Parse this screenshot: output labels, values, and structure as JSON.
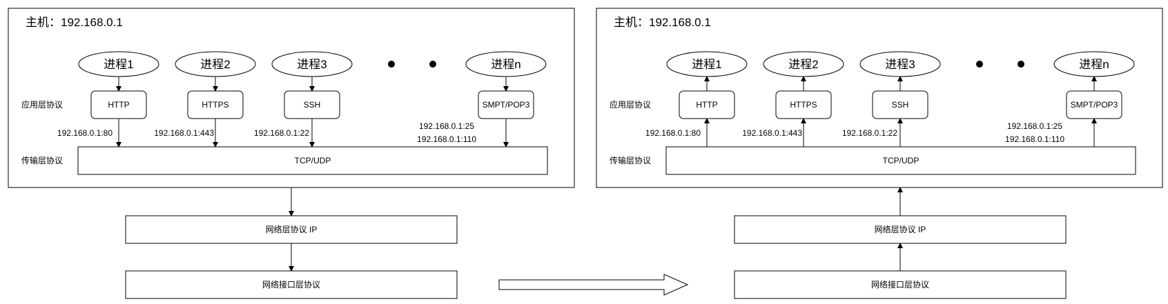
{
  "left": {
    "host_title": "主机：192.168.0.1",
    "app_layer_label": "应用层协议",
    "transport_layer_label": "传输层协议",
    "processes": [
      "进程1",
      "进程2",
      "进程3",
      "进程n"
    ],
    "protocols": [
      "HTTP",
      "HTTPS",
      "SSH",
      "SMPT/POP3"
    ],
    "ports": [
      "192.168.0.1:80",
      "192.168.0.1:443",
      "192.168.0.1:22",
      "192.168.0.1:25",
      "192.168.0.1:110"
    ],
    "transport": "TCP/UDP",
    "network_layer": "网络层协议 IP",
    "interface_layer": "网络接口层协议"
  },
  "right": {
    "host_title": "主机：192.168.0.1",
    "app_layer_label": "应用层协议",
    "transport_layer_label": "传输层协议",
    "processes": [
      "进程1",
      "进程2",
      "进程3",
      "进程n"
    ],
    "protocols": [
      "HTTP",
      "HTTPS",
      "SSH",
      "SMPT/POP3"
    ],
    "ports": [
      "192.168.0.1:80",
      "192.168.0.1:443",
      "192.168.0.1:22",
      "192.168.0.1:25",
      "192.168.0.1:110"
    ],
    "transport": "TCP/UDP",
    "network_layer": "网络层协议 IP",
    "interface_layer": "网络接口层协议"
  }
}
